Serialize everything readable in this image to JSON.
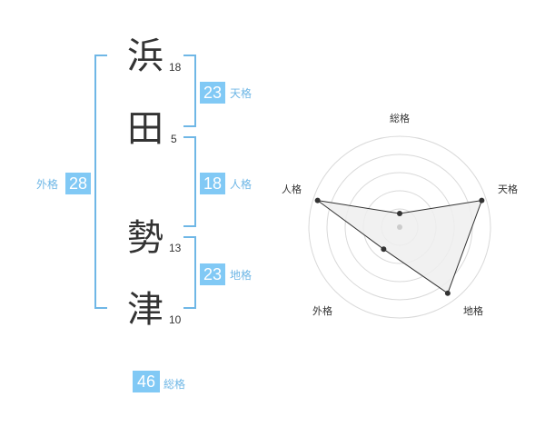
{
  "name": {
    "characters": [
      {
        "char": "浜",
        "strokes": "18"
      },
      {
        "char": "田",
        "strokes": "5"
      },
      {
        "char": "勢",
        "strokes": "13"
      },
      {
        "char": "津",
        "strokes": "10"
      }
    ]
  },
  "fortunes": {
    "tenkaku": {
      "label": "天格",
      "value": "23"
    },
    "jinkaku": {
      "label": "人格",
      "value": "18"
    },
    "chikaku": {
      "label": "地格",
      "value": "23"
    },
    "gaikaku": {
      "label": "外格",
      "value": "28"
    },
    "soukaku": {
      "label": "総格",
      "value": "46"
    }
  },
  "radar": {
    "labels": {
      "top": "総格",
      "right": "天格",
      "left": "人格",
      "bottom_right": "地格",
      "bottom_left": "外格"
    },
    "levels": 5,
    "values": [
      0.15,
      0.95,
      0.9,
      0.3,
      0.95
    ],
    "colors": {
      "fill": "#efefef",
      "stroke": "#333333",
      "grid": "#d9d9d9",
      "center": "#cccccc"
    }
  },
  "colors": {
    "accent": "#81c9f5",
    "bracket": "#6fb7e6"
  }
}
